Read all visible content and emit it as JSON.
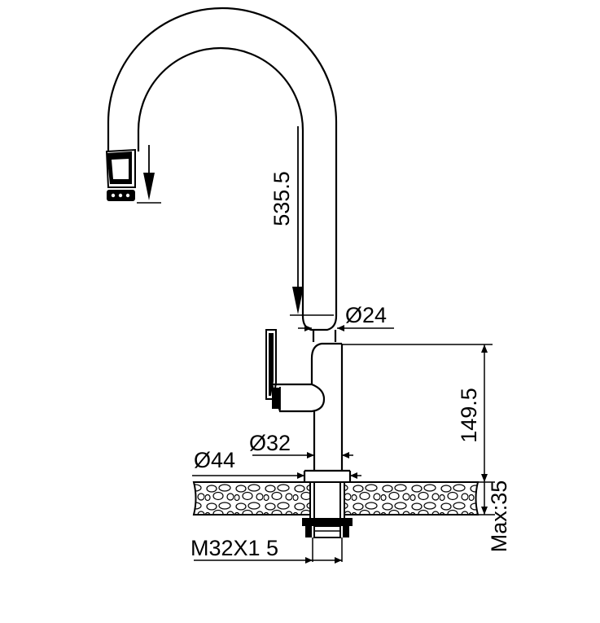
{
  "dimensions": {
    "spout_height": "535.5",
    "spout_diameter": "Ø24",
    "body_height": "149.5",
    "body_diameter": "Ø32",
    "base_diameter": "Ø44",
    "thread": "M32X1 5",
    "max_counter_thickness": "Max:35"
  },
  "colors": {
    "line": "#000000",
    "background": "#ffffff"
  }
}
